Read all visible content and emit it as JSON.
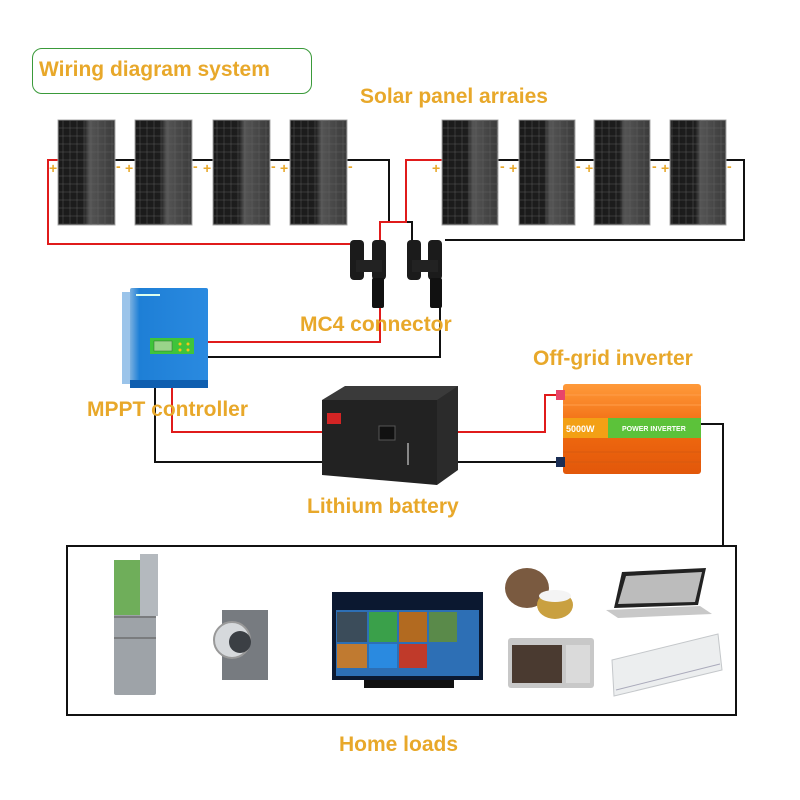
{
  "title": "Wiring diagram system",
  "labels": {
    "solar_panels": "Solar panel arraies",
    "mc4": "MC4 connector",
    "mppt": "MPPT controller",
    "inverter": "Off-grid inverter",
    "battery": "Lithium battery",
    "home_loads": "Home loads"
  },
  "polarity": {
    "plus": "+",
    "minus": "-"
  },
  "inverter_text": {
    "power": "5000W",
    "name": "POWER INVERTER"
  },
  "arrays": [
    {
      "name": "left-array",
      "panels": 4
    },
    {
      "name": "right-array",
      "panels": 4
    }
  ],
  "home_loads": [
    "refrigerator",
    "washing-machine",
    "television",
    "rice-cooker",
    "laptop",
    "microwave",
    "air-conditioner"
  ],
  "colors": {
    "accent": "#e8a82a",
    "positive_wire": "#e01b1b",
    "negative_wire": "#111111",
    "title_border": "#3a9a3a",
    "controller": "#1e7fd6",
    "inverter": "#f07a1a",
    "inverter_band": "#5cc23a"
  }
}
